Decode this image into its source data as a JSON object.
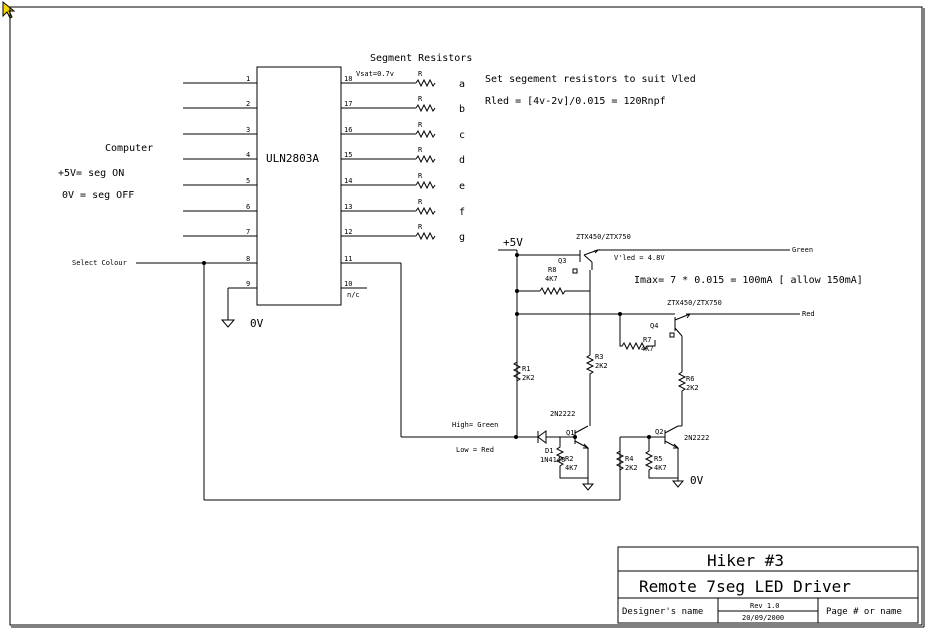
{
  "ic": {
    "name": "ULN2803A"
  },
  "pins_left": [
    "1",
    "2",
    "3",
    "4",
    "5",
    "6",
    "7",
    "8",
    "9"
  ],
  "pins_right": [
    "18",
    "17",
    "16",
    "15",
    "14",
    "13",
    "12",
    "11",
    "10"
  ],
  "segments": [
    "a",
    "b",
    "c",
    "d",
    "e",
    "f",
    "g"
  ],
  "labels": {
    "segment_resistors": "Segment Resistors",
    "vsat": "Vsat=0.7v",
    "r": "R",
    "set_resistors": "Set segement resistors to suit Vled",
    "rled": "Rled = [4v-2v]/0.015 = 120Rnpf",
    "computer": "Computer",
    "seg_on": "+5V= seg ON",
    "seg_off": "0V = seg OFF",
    "select_colour": "Select Colour",
    "zero_v": "0V",
    "nc": "n/c",
    "plus5v": "+5V",
    "imax": "Imax= 7 * 0.015 =  100mA [ allow 150mA]",
    "vled": "V'led = 4.8V",
    "green": "Green",
    "red": "Red",
    "high_green": "High= Green",
    "low_red": "Low = Red"
  },
  "parts": {
    "q3_type": "ZTX450/ZTX750",
    "q3": "Q3",
    "q4_type": "ZTX450/ZTX750",
    "q4": "Q4",
    "r8": "R8",
    "r8_val": "4K7",
    "r7": "R7",
    "r7_val": "4K7",
    "r1": "R1",
    "r1_val": "2K2",
    "r3": "R3",
    "r3_val": "2K2",
    "r6": "R6",
    "r6_val": "2K2",
    "r2": "R2",
    "r2_val": "4K7",
    "r4": "R4",
    "r4_val": "2K2",
    "r5": "R5",
    "r5_val": "4K7",
    "q1": "Q1",
    "q1_type": "2N2222",
    "q2": "Q2",
    "q2_type": "2N2222",
    "d1": "D1",
    "d1_type": "1N4148"
  },
  "title_block": {
    "title": "Hiker #3",
    "subtitle": "Remote 7seg LED Driver",
    "designer": "Designer's name",
    "rev": "Rev 1.0",
    "date": "20/09/2000",
    "page": "Page # or name"
  }
}
